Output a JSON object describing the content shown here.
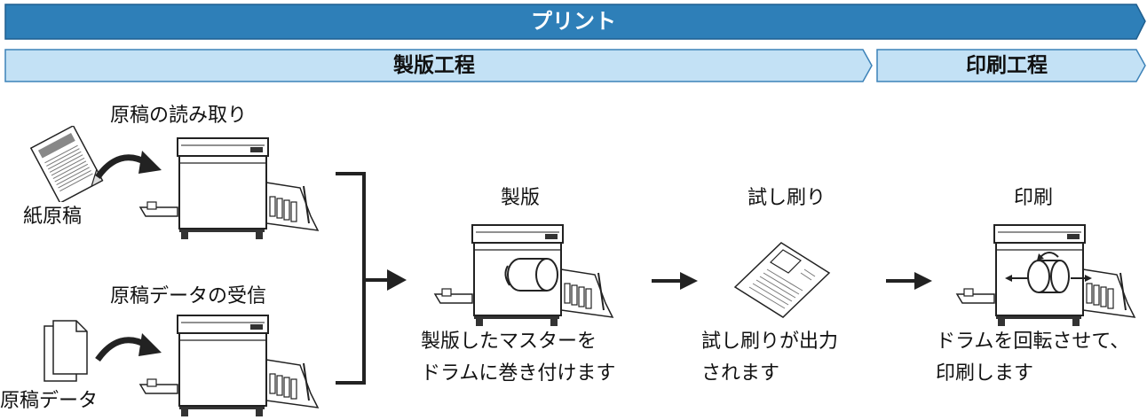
{
  "header": {
    "title": "プリント"
  },
  "phases": {
    "platemaking": "製版工程",
    "printing": "印刷工程"
  },
  "inputs": {
    "paper_original": {
      "caption": "原稿の読み取り",
      "label": "紙原稿"
    },
    "data_original": {
      "caption": "原稿データの受信",
      "label": "原稿データ"
    }
  },
  "steps": [
    {
      "title": "製版",
      "desc1": "製版したマスターを",
      "desc2": "ドラムに巻き付けます"
    },
    {
      "title": "試し刷り",
      "desc1": "試し刷りが出力",
      "desc2": "されます"
    },
    {
      "title": "印刷",
      "desc1": "ドラムを回転させて、",
      "desc2": "印刷します"
    }
  ],
  "colors": {
    "banner": "#2e7fb8",
    "banner_border": "#1f5f8f",
    "phase_fill": "#c3e1f5",
    "phase_border": "#3c82b8"
  }
}
